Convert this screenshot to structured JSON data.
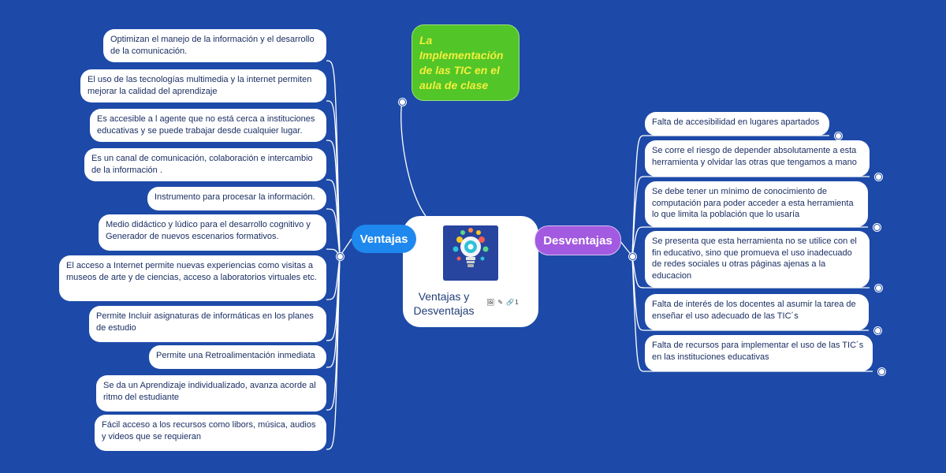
{
  "center": {
    "title": "Ventajas y Desventajas",
    "icons": "🖼 ✎ 🔗1"
  },
  "note": {
    "text": "La Implementación de las TIC en el aula de clase"
  },
  "branches": {
    "left": "Ventajas",
    "right": "Desventajas"
  },
  "ventajas": [
    "Optimizan el manejo de la información y el desarrollo de la comunicación.",
    "El uso de las tecnologías multimedia y la internet  permiten mejorar la calidad del aprendizaje",
    "Es accesible a l agente que no está cerca a instituciones educativas y se puede trabajar desde cualquier lugar.",
    "Es un canal de comunicación, colaboración e intercambio de la información .",
    "Instrumento para procesar la información.",
    "Medio didáctico y lúdico para el desarrollo cognitivo y Generador de nuevos escenarios formativos.",
    "El acceso a Internet permite nuevas experiencias como visitas a museos de arte y de ciencias, acceso a laboratorios virtuales etc.",
    "Permite Incluir asignaturas de informáticas en los planes de estudio",
    "Permite una Retroalimentación inmediata",
    "Se da un Aprendizaje individualizado, avanza acorde al ritmo del estudiante",
    "Fácil acceso a los recursos como libors, música, audios y videos que se requieran"
  ],
  "desventajas": [
    "Falta de accesibilidad en lugares apartados",
    "Se corre el riesgo de depender absolutamente a esta herramienta y olvidar las otras que tengamos a mano",
    "Se debe tener un mínimo de conocimiento de computación para poder acceder a esta herramienta lo que limita la población que lo usaría",
    "Se presenta que esta herramienta no se utilice con el fin educativo, sino que promueva el uso inadecuado de redes sociales u otras páginas ajenas a la educacion",
    "Falta de interés de los docentes al asumir la tarea de enseñar el uso adecuado de las TIC´s",
    "Falta de recursos para implementar el uso de las TIC´s en las instituciones educativas"
  ],
  "colors": {
    "background": "#1d4aa8",
    "ventajas": "#1e88ee",
    "desventajas": "#a25ae0",
    "note": "#52c529",
    "note_text": "#f4ef3c"
  }
}
